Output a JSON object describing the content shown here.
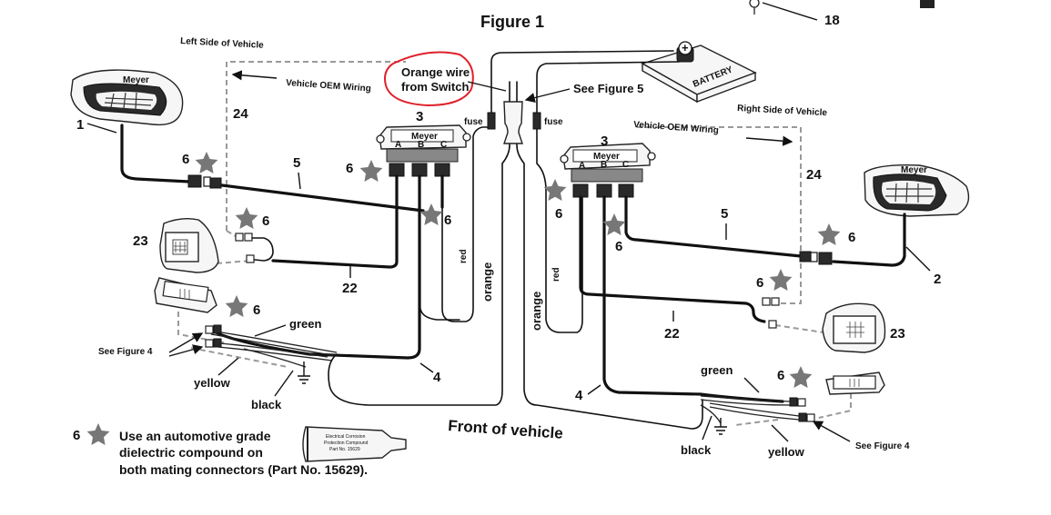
{
  "title": "Figure 1",
  "labels": {
    "left_side": "Left Side of Vehicle",
    "right_side": "Right Side of Vehicle",
    "oem_wiring_left": "Vehicle OEM Wiring",
    "oem_wiring_right": "Vehicle OEM Wiring",
    "orange_wire_line1": "Orange wire",
    "orange_wire_line2": "from Switch",
    "see_figure_5": "See Figure 5",
    "see_figure_4_left": "See Figure  4",
    "see_figure_4_right": "See Figure  4",
    "front_of_vehicle": "Front of vehicle",
    "fuse_left": "fuse",
    "fuse_right": "fuse",
    "battery": "BATTERY",
    "battery_plus": "+",
    "wire_red_left": "red",
    "wire_red_right": "red",
    "wire_orange_left": "orange",
    "wire_orange_right": "orange",
    "wire_green_left": "green",
    "wire_green_right": "green",
    "wire_yellow_left": "yellow",
    "wire_yellow_right": "yellow",
    "wire_black_left": "black",
    "wire_black_right": "black",
    "brand": "Meyer",
    "port_a": "A",
    "port_b": "B",
    "port_c": "C",
    "tube_line1": "Electrical Corrosion",
    "tube_line2": "Protection Compound",
    "tube_line3": "Part No. 15629"
  },
  "callouts": {
    "n1": "1",
    "n2": "2",
    "n3_left": "3",
    "n3_right": "3",
    "n4_left": "4",
    "n4_right": "4",
    "n5_left": "5",
    "n5_right": "5",
    "n18": "18",
    "n22_left": "22",
    "n22_right": "22",
    "n23_left": "23",
    "n23_right": "23",
    "n24_left": "24",
    "n24_right": "24",
    "n6": "6"
  },
  "note": {
    "number": "6",
    "line1": "Use an automotive grade",
    "line2": "dielectric compound on",
    "line3": "both mating connectors (Part No. 15629)."
  },
  "colors": {
    "wire": "#111111",
    "oem_dash": "#999999",
    "star": "#777777",
    "highlight_circle": "#e0202a"
  }
}
